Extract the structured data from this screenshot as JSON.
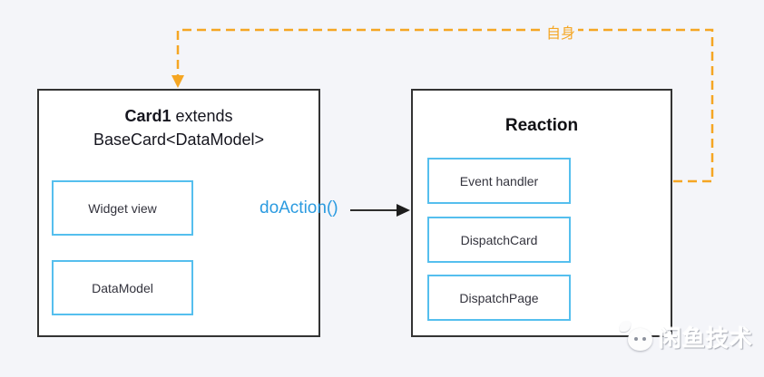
{
  "card1": {
    "title_bold": "Card1",
    "title_rest": " extends",
    "title_line2": "BaseCard<DataModel>",
    "items": [
      "Widget view",
      "DataModel"
    ]
  },
  "reaction": {
    "title": "Reaction",
    "items": [
      "Event handler",
      "DispatchCard",
      "DispatchPage"
    ]
  },
  "connectors": {
    "do_action_label": "doAction()",
    "self_label": "自身"
  },
  "colors": {
    "background": "#f4f5f9",
    "outer_border": "#333333",
    "inner_border_blue": "#55bfee",
    "do_action_blue": "#2b9be0",
    "self_loop_orange": "#f5a623"
  },
  "watermark": {
    "text": "闲鱼技术"
  }
}
